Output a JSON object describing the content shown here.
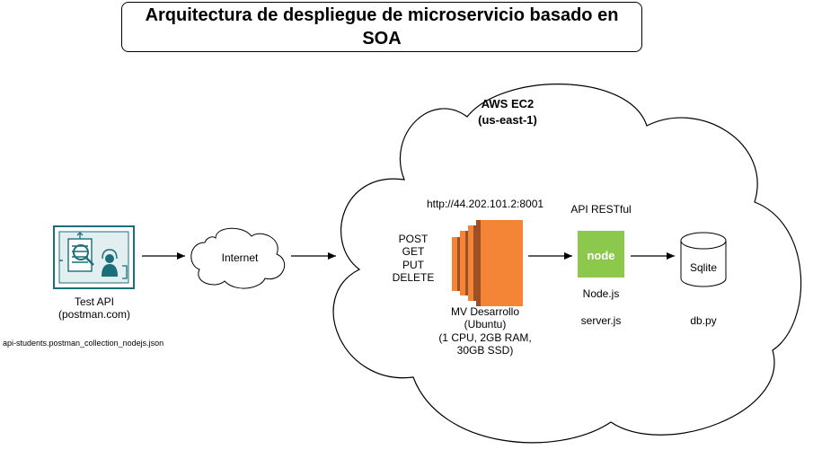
{
  "title": "Arquitectura de despliegue de microservicio basado en SOA",
  "cloud": {
    "label": "AWS EC2",
    "region": "(us-east-1)"
  },
  "client": {
    "name": "Test API",
    "site": "(postman.com)",
    "collection": "api-students.postman_collection_nodejs.json"
  },
  "internet": {
    "label": "Internet"
  },
  "vm": {
    "url": "http://44.202.101.2:8001",
    "methods": [
      "POST",
      "GET",
      "PUT",
      "DELETE"
    ],
    "name": "MV Desarrollo",
    "os": "(Ubuntu)",
    "specs_line1": "(1 CPU, 2GB RAM,",
    "specs_line2": "30GB SSD)"
  },
  "api": {
    "label": "API RESTful",
    "runtime": "Node.js",
    "file": "server.js",
    "logo_text": "node"
  },
  "db": {
    "label": "Sqlite",
    "file": "db.py"
  },
  "colors": {
    "ec2_orange": "#f58536",
    "ec2_dark": "#9d5025",
    "node_green": "#8cc84b",
    "postman_teal": "#1b6f7a"
  }
}
